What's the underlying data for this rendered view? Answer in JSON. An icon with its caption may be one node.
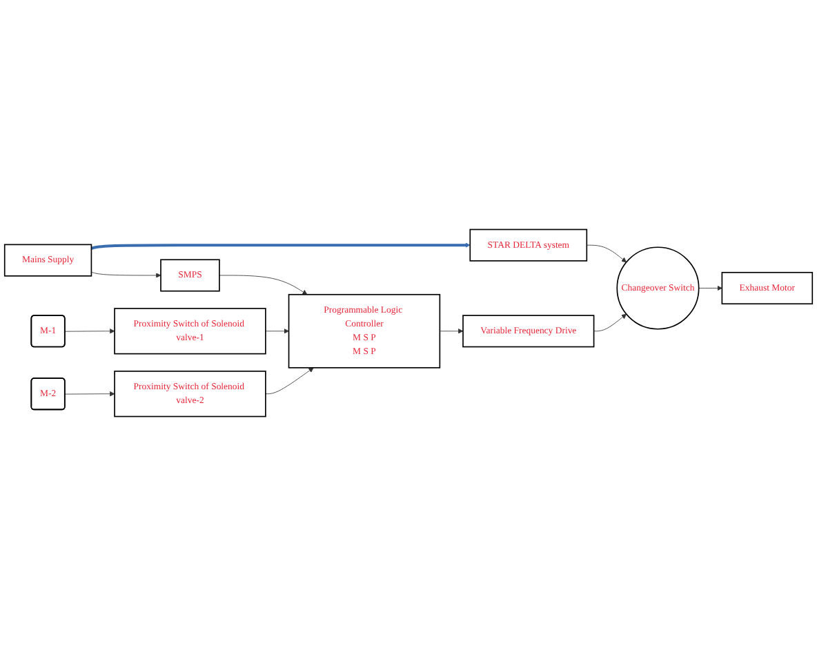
{
  "diagram": {
    "nodes": [
      {
        "text": [
          "Mains Supply"
        ]
      },
      {
        "text": [
          "STAR DELTA system"
        ]
      },
      {
        "text": [
          "SMPS"
        ]
      },
      {
        "text": [
          "Programmable Logic Controller",
          "M S P",
          "M S P"
        ]
      },
      {
        "text": [
          "Changeover Switch"
        ]
      },
      {
        "text": [
          "Exhaust Motor"
        ]
      },
      {
        "text": [
          "M-1"
        ]
      },
      {
        "text": [
          "Proximity Switch of Solenoid valve-1"
        ]
      },
      {
        "text": [
          "Variable Frequency Drive"
        ]
      },
      {
        "text": [
          "M-2"
        ]
      },
      {
        "text": [
          "Proximity Switch of Solenoid valve-2"
        ]
      }
    ],
    "edges": [
      {
        "from": 0,
        "to": 1,
        "arrow": "to",
        "style": "thick",
        "color": "#3a6db0"
      },
      {
        "from": 0,
        "to": 2,
        "arrow": "to"
      },
      {
        "from": 2,
        "to": 3,
        "arrow": "to"
      },
      {
        "from": 1,
        "to": 4,
        "arrow": "to"
      },
      {
        "from": 4,
        "to": 5,
        "arrow": "to"
      },
      {
        "from": 6,
        "to": 7,
        "arrow": "to"
      },
      {
        "from": 7,
        "to": 3,
        "arrow": "to"
      },
      {
        "from": 3,
        "to": 8,
        "arrow": "to"
      },
      {
        "from": 8,
        "to": 4,
        "arrow": "to"
      },
      {
        "from": 9,
        "to": 10,
        "arrow": "to"
      },
      {
        "from": 10,
        "to": 3,
        "arrow": "to"
      }
    ]
  }
}
